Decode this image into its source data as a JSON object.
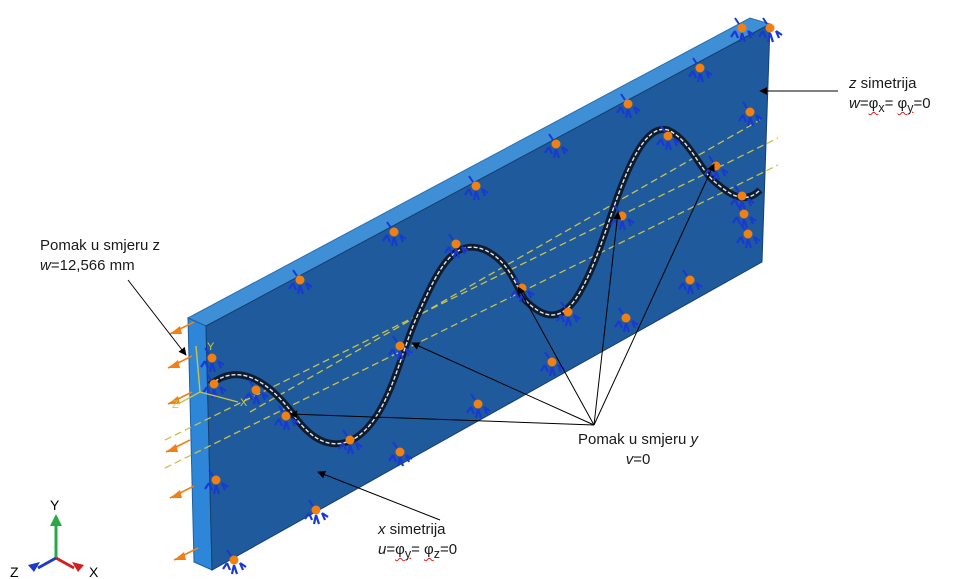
{
  "labels": {
    "z_sym": {
      "title_var": "z",
      "title_word": " simetrija",
      "eq_var": "w",
      "eq_rest_a": "=",
      "eq_phi_a": "φ",
      "eq_sub_a": "x",
      "eq_rest_b": "= ",
      "eq_phi_b": "φ",
      "eq_sub_b": "y",
      "eq_tail": "=0"
    },
    "pomak_z": {
      "title": "Pomak u smjeru z",
      "eq_var": "w",
      "eq_tail": "=12,566 mm"
    },
    "pomak_y": {
      "title_text": "Pomak u smjeru ",
      "title_var": "y",
      "eq_var": "v",
      "eq_tail": "=0"
    },
    "x_sym": {
      "title_var": "x",
      "title_word": " simetrija",
      "eq_var": "u",
      "eq_rest_a": "=",
      "eq_phi_a": "φ",
      "eq_sub_a": "y",
      "eq_rest_b": "= ",
      "eq_phi_b": "φ",
      "eq_sub_b": "z",
      "eq_tail": "=0"
    }
  },
  "triad": {
    "y": "Y",
    "z": "Z",
    "x": "X"
  },
  "local_axes": {
    "y": "Y",
    "z": "Z",
    "x": "X"
  },
  "colors": {
    "plate_face": "#1f5a9c",
    "plate_top": "#3f8fd6",
    "plate_side": "#2e7fd0",
    "bc_symmetry": "#1838d8",
    "bc_arrow": "#f07f14",
    "path": "#e0e0e0",
    "centerline": "#c9c24a",
    "triad_y": "#2aa844",
    "triad_x": "#d02020",
    "triad_z": "#1c3cc8"
  }
}
